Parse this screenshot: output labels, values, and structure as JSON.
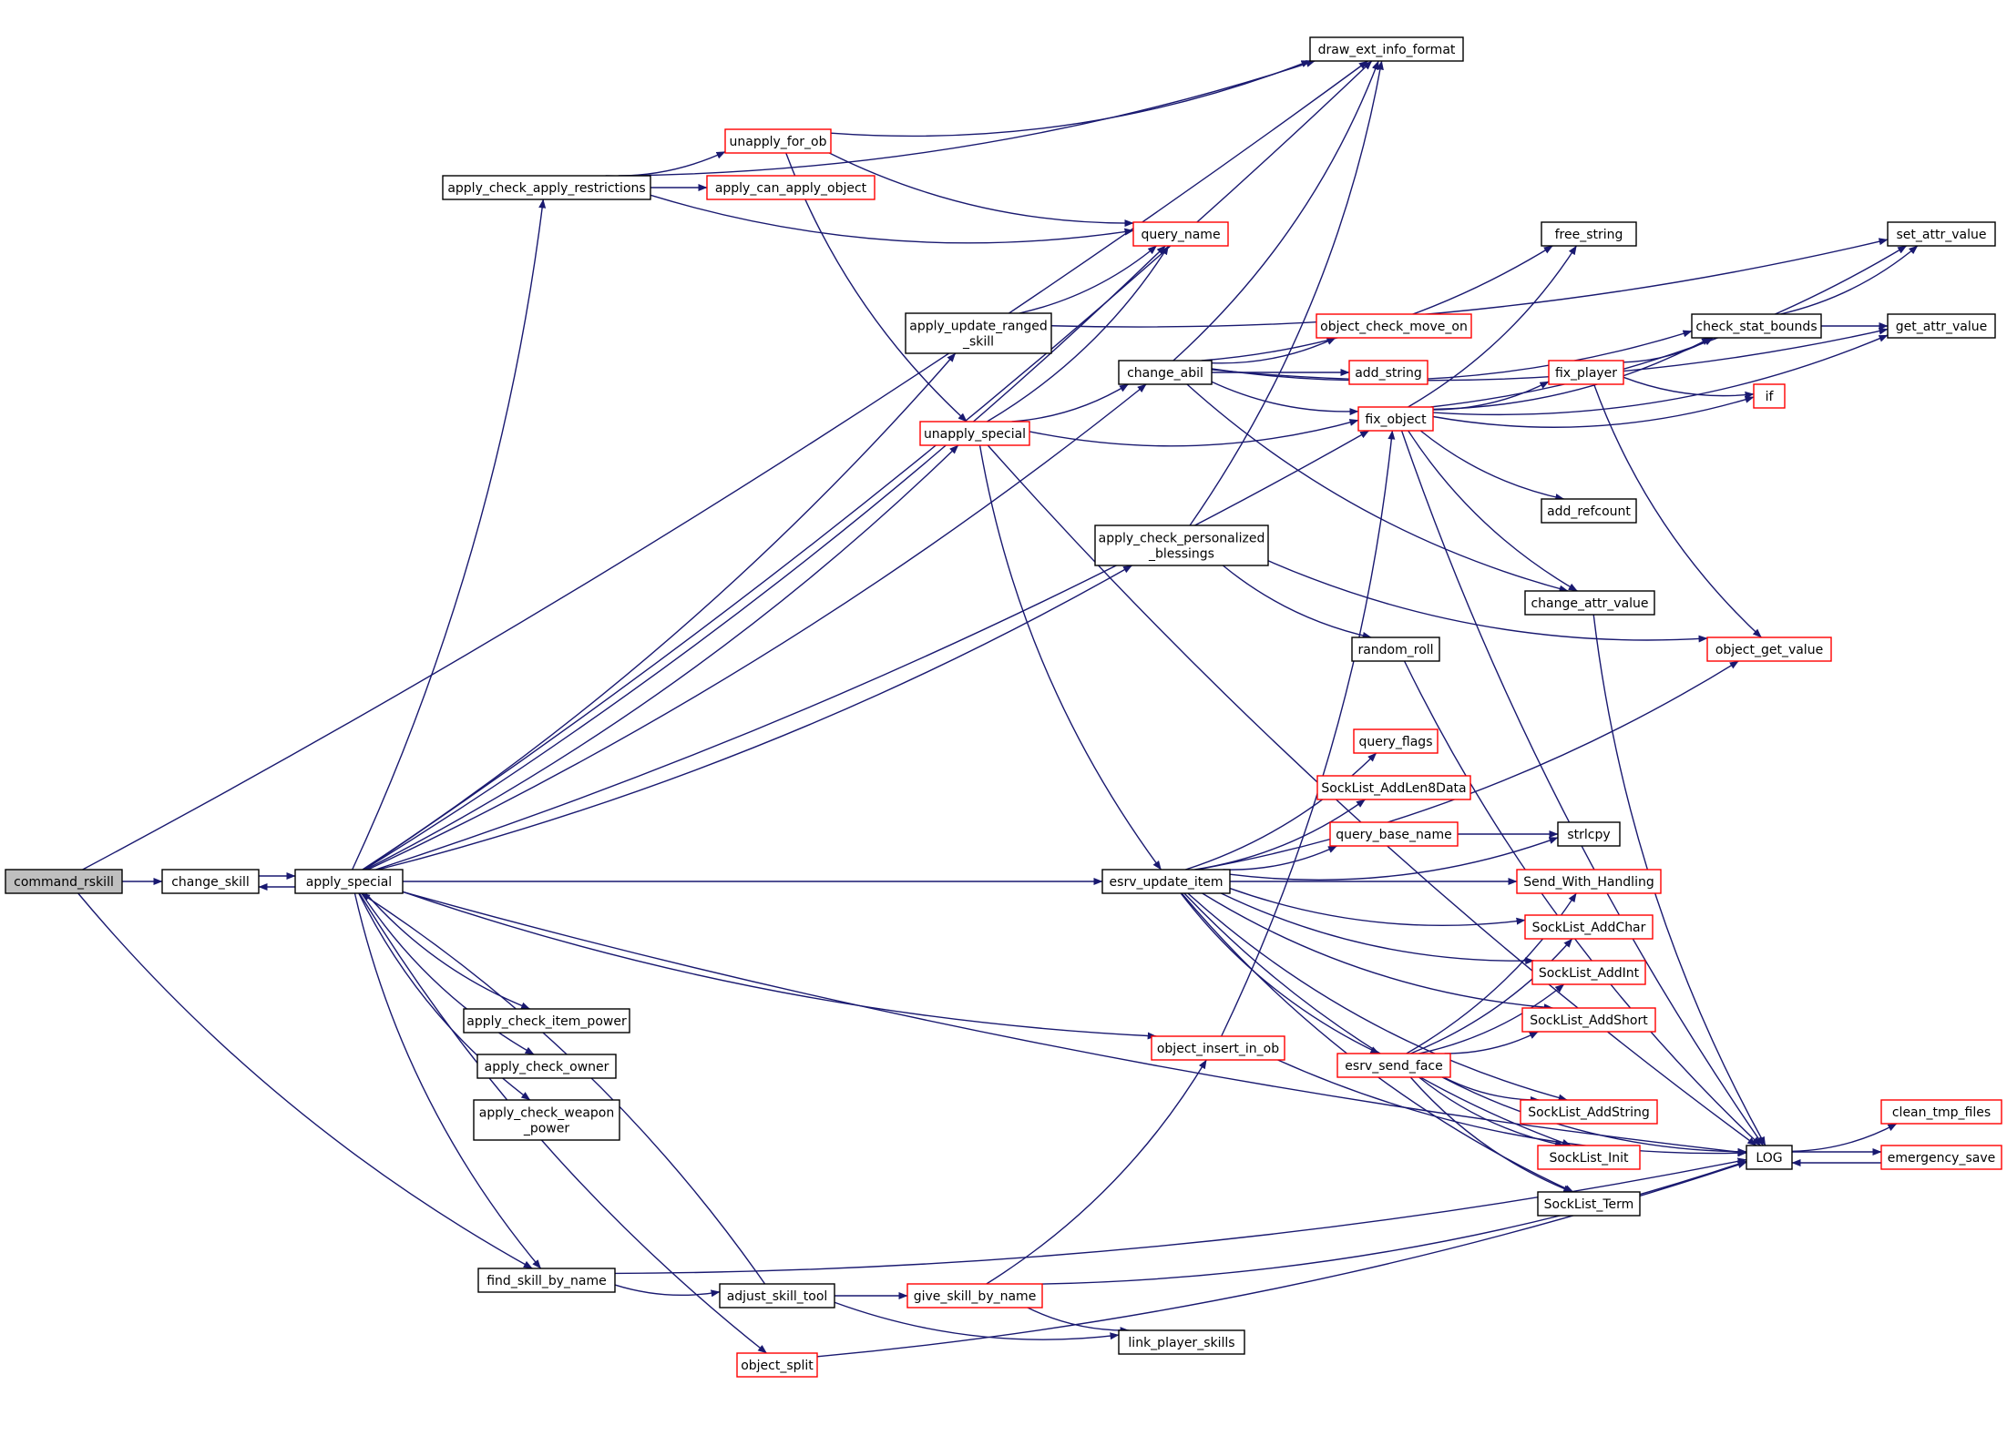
{
  "colors": {
    "edge": "#191970",
    "border_default": "#000000",
    "border_highlight": "#ff0000",
    "root_fill": "#bfbfbf"
  },
  "nodes": [
    {
      "id": "command_rskill",
      "lines": [
        "command_rskill"
      ],
      "style": "root"
    },
    {
      "id": "change_skill",
      "lines": [
        "change_skill"
      ],
      "style": "black"
    },
    {
      "id": "apply_special",
      "lines": [
        "apply_special"
      ],
      "style": "black"
    },
    {
      "id": "draw_ext_info_format",
      "lines": [
        "draw_ext_info_format"
      ],
      "style": "black"
    },
    {
      "id": "apply_check_apply_restrictions",
      "lines": [
        "apply_check_apply_restrictions"
      ],
      "style": "black"
    },
    {
      "id": "unapply_for_ob",
      "lines": [
        "unapply_for_ob"
      ],
      "style": "red"
    },
    {
      "id": "apply_can_apply_object",
      "lines": [
        "apply_can_apply_object"
      ],
      "style": "red"
    },
    {
      "id": "query_name",
      "lines": [
        "query_name"
      ],
      "style": "red"
    },
    {
      "id": "apply_update_ranged_skill",
      "lines": [
        "apply_update_ranged",
        "_skill"
      ],
      "style": "black"
    },
    {
      "id": "unapply_special",
      "lines": [
        "unapply_special"
      ],
      "style": "red"
    },
    {
      "id": "change_abil",
      "lines": [
        "change_abil"
      ],
      "style": "black"
    },
    {
      "id": "free_string",
      "lines": [
        "free_string"
      ],
      "style": "black"
    },
    {
      "id": "object_check_move_on",
      "lines": [
        "object_check_move_on"
      ],
      "style": "red"
    },
    {
      "id": "add_string",
      "lines": [
        "add_string"
      ],
      "style": "red"
    },
    {
      "id": "fix_object",
      "lines": [
        "fix_object"
      ],
      "style": "red"
    },
    {
      "id": "set_attr_value",
      "lines": [
        "set_attr_value"
      ],
      "style": "black"
    },
    {
      "id": "check_stat_bounds",
      "lines": [
        "check_stat_bounds"
      ],
      "style": "black"
    },
    {
      "id": "get_attr_value",
      "lines": [
        "get_attr_value"
      ],
      "style": "black"
    },
    {
      "id": "fix_player",
      "lines": [
        "fix_player"
      ],
      "style": "red"
    },
    {
      "id": "if",
      "lines": [
        "if"
      ],
      "style": "red"
    },
    {
      "id": "add_refcount",
      "lines": [
        "add_refcount"
      ],
      "style": "black"
    },
    {
      "id": "apply_check_personalized_blessings",
      "lines": [
        "apply_check_personalized",
        "_blessings"
      ],
      "style": "black"
    },
    {
      "id": "change_attr_value",
      "lines": [
        "change_attr_value"
      ],
      "style": "black"
    },
    {
      "id": "random_roll",
      "lines": [
        "random_roll"
      ],
      "style": "black"
    },
    {
      "id": "object_get_value",
      "lines": [
        "object_get_value"
      ],
      "style": "red"
    },
    {
      "id": "query_flags",
      "lines": [
        "query_flags"
      ],
      "style": "red"
    },
    {
      "id": "SockList_AddLen8Data",
      "lines": [
        "SockList_AddLen8Data"
      ],
      "style": "red"
    },
    {
      "id": "query_base_name",
      "lines": [
        "query_base_name"
      ],
      "style": "red"
    },
    {
      "id": "strlcpy",
      "lines": [
        "strlcpy"
      ],
      "style": "black"
    },
    {
      "id": "esrv_update_item",
      "lines": [
        "esrv_update_item"
      ],
      "style": "black"
    },
    {
      "id": "Send_With_Handling",
      "lines": [
        "Send_With_Handling"
      ],
      "style": "red"
    },
    {
      "id": "SockList_AddChar",
      "lines": [
        "SockList_AddChar"
      ],
      "style": "red"
    },
    {
      "id": "SockList_AddInt",
      "lines": [
        "SockList_AddInt"
      ],
      "style": "red"
    },
    {
      "id": "SockList_AddShort",
      "lines": [
        "SockList_AddShort"
      ],
      "style": "red"
    },
    {
      "id": "object_insert_in_ob",
      "lines": [
        "object_insert_in_ob"
      ],
      "style": "red"
    },
    {
      "id": "esrv_send_face",
      "lines": [
        "esrv_send_face"
      ],
      "style": "red"
    },
    {
      "id": "SockList_AddString",
      "lines": [
        "SockList_AddString"
      ],
      "style": "red"
    },
    {
      "id": "SockList_Init",
      "lines": [
        "SockList_Init"
      ],
      "style": "red"
    },
    {
      "id": "SockList_Term",
      "lines": [
        "SockList_Term"
      ],
      "style": "black"
    },
    {
      "id": "LOG",
      "lines": [
        "LOG"
      ],
      "style": "black"
    },
    {
      "id": "clean_tmp_files",
      "lines": [
        "clean_tmp_files"
      ],
      "style": "red"
    },
    {
      "id": "emergency_save",
      "lines": [
        "emergency_save"
      ],
      "style": "red"
    },
    {
      "id": "apply_check_item_power",
      "lines": [
        "apply_check_item_power"
      ],
      "style": "black"
    },
    {
      "id": "apply_check_owner",
      "lines": [
        "apply_check_owner"
      ],
      "style": "black"
    },
    {
      "id": "apply_check_weapon_power",
      "lines": [
        "apply_check_weapon",
        "_power"
      ],
      "style": "black"
    },
    {
      "id": "find_skill_by_name",
      "lines": [
        "find_skill_by_name"
      ],
      "style": "black"
    },
    {
      "id": "adjust_skill_tool",
      "lines": [
        "adjust_skill_tool"
      ],
      "style": "black"
    },
    {
      "id": "give_skill_by_name",
      "lines": [
        "give_skill_by_name"
      ],
      "style": "red"
    },
    {
      "id": "link_player_skills",
      "lines": [
        "link_player_skills"
      ],
      "style": "black"
    },
    {
      "id": "object_split",
      "lines": [
        "object_split"
      ],
      "style": "red"
    }
  ],
  "edges": [
    [
      "command_rskill",
      "change_skill"
    ],
    [
      "command_rskill",
      "draw_ext_info_format"
    ],
    [
      "command_rskill",
      "find_skill_by_name"
    ],
    [
      "change_skill",
      "apply_special"
    ],
    [
      "apply_special",
      "change_skill"
    ],
    [
      "apply_special",
      "draw_ext_info_format"
    ],
    [
      "apply_special",
      "apply_check_apply_restrictions"
    ],
    [
      "apply_special",
      "query_name"
    ],
    [
      "apply_special",
      "apply_update_ranged_skill"
    ],
    [
      "apply_special",
      "change_abil"
    ],
    [
      "apply_special",
      "unapply_special"
    ],
    [
      "apply_special",
      "fix_object"
    ],
    [
      "apply_special",
      "apply_check_personalized_blessings"
    ],
    [
      "apply_special",
      "esrv_update_item"
    ],
    [
      "apply_special",
      "object_insert_in_ob"
    ],
    [
      "apply_special",
      "LOG"
    ],
    [
      "apply_special",
      "apply_check_item_power"
    ],
    [
      "apply_special",
      "apply_check_owner"
    ],
    [
      "apply_special",
      "apply_check_weapon_power"
    ],
    [
      "apply_special",
      "find_skill_by_name"
    ],
    [
      "apply_special",
      "object_split"
    ],
    [
      "apply_check_apply_restrictions",
      "draw_ext_info_format"
    ],
    [
      "apply_check_apply_restrictions",
      "unapply_for_ob"
    ],
    [
      "apply_check_apply_restrictions",
      "apply_can_apply_object"
    ],
    [
      "apply_check_apply_restrictions",
      "query_name"
    ],
    [
      "unapply_for_ob",
      "draw_ext_info_format"
    ],
    [
      "unapply_for_ob",
      "query_name"
    ],
    [
      "unapply_for_ob",
      "unapply_special"
    ],
    [
      "apply_update_ranged_skill",
      "query_name"
    ],
    [
      "apply_update_ranged_skill",
      "set_attr_value"
    ],
    [
      "unapply_special",
      "query_name"
    ],
    [
      "unapply_special",
      "change_abil"
    ],
    [
      "unapply_special",
      "fix_object"
    ],
    [
      "unapply_special",
      "esrv_update_item"
    ],
    [
      "unapply_special",
      "LOG"
    ],
    [
      "change_abil",
      "draw_ext_info_format"
    ],
    [
      "change_abil",
      "free_string"
    ],
    [
      "change_abil",
      "object_check_move_on"
    ],
    [
      "change_abil",
      "add_string"
    ],
    [
      "change_abil",
      "fix_object"
    ],
    [
      "change_abil",
      "check_stat_bounds"
    ],
    [
      "change_abil",
      "get_attr_value"
    ],
    [
      "change_abil",
      "change_attr_value"
    ],
    [
      "fix_object",
      "free_string"
    ],
    [
      "fix_object",
      "set_attr_value"
    ],
    [
      "fix_object",
      "check_stat_bounds"
    ],
    [
      "fix_object",
      "fix_player"
    ],
    [
      "fix_object",
      "if"
    ],
    [
      "fix_object",
      "get_attr_value"
    ],
    [
      "fix_object",
      "add_refcount"
    ],
    [
      "fix_object",
      "change_attr_value"
    ],
    [
      "fix_object",
      "LOG"
    ],
    [
      "check_stat_bounds",
      "set_attr_value"
    ],
    [
      "check_stat_bounds",
      "get_attr_value"
    ],
    [
      "fix_player",
      "check_stat_bounds"
    ],
    [
      "fix_player",
      "if"
    ],
    [
      "fix_player",
      "object_get_value"
    ],
    [
      "apply_check_personalized_blessings",
      "draw_ext_info_format"
    ],
    [
      "apply_check_personalized_blessings",
      "random_roll"
    ],
    [
      "apply_check_personalized_blessings",
      "object_get_value"
    ],
    [
      "change_attr_value",
      "LOG"
    ],
    [
      "random_roll",
      "LOG"
    ],
    [
      "esrv_update_item",
      "object_get_value"
    ],
    [
      "esrv_update_item",
      "query_flags"
    ],
    [
      "esrv_update_item",
      "SockList_AddLen8Data"
    ],
    [
      "esrv_update_item",
      "query_base_name"
    ],
    [
      "esrv_update_item",
      "strlcpy"
    ],
    [
      "esrv_update_item",
      "Send_With_Handling"
    ],
    [
      "esrv_update_item",
      "SockList_AddChar"
    ],
    [
      "esrv_update_item",
      "SockList_AddInt"
    ],
    [
      "esrv_update_item",
      "SockList_AddShort"
    ],
    [
      "esrv_update_item",
      "esrv_send_face"
    ],
    [
      "esrv_update_item",
      "SockList_AddString"
    ],
    [
      "esrv_update_item",
      "SockList_Init"
    ],
    [
      "esrv_update_item",
      "SockList_Term"
    ],
    [
      "query_base_name",
      "strlcpy"
    ],
    [
      "esrv_send_face",
      "Send_With_Handling"
    ],
    [
      "esrv_send_face",
      "SockList_AddChar"
    ],
    [
      "esrv_send_face",
      "SockList_AddInt"
    ],
    [
      "esrv_send_face",
      "SockList_AddShort"
    ],
    [
      "esrv_send_face",
      "SockList_AddString"
    ],
    [
      "esrv_send_face",
      "SockList_Init"
    ],
    [
      "esrv_send_face",
      "SockList_Term"
    ],
    [
      "esrv_send_face",
      "LOG"
    ],
    [
      "object_insert_in_ob",
      "fix_object"
    ],
    [
      "object_insert_in_ob",
      "LOG"
    ],
    [
      "LOG",
      "clean_tmp_files"
    ],
    [
      "LOG",
      "emergency_save"
    ],
    [
      "emergency_save",
      "LOG"
    ],
    [
      "find_skill_by_name",
      "adjust_skill_tool"
    ],
    [
      "find_skill_by_name",
      "LOG"
    ],
    [
      "adjust_skill_tool",
      "apply_special"
    ],
    [
      "adjust_skill_tool",
      "give_skill_by_name"
    ],
    [
      "adjust_skill_tool",
      "link_player_skills"
    ],
    [
      "give_skill_by_name",
      "object_insert_in_ob"
    ],
    [
      "give_skill_by_name",
      "link_player_skills"
    ],
    [
      "give_skill_by_name",
      "LOG"
    ],
    [
      "object_split",
      "LOG"
    ]
  ]
}
